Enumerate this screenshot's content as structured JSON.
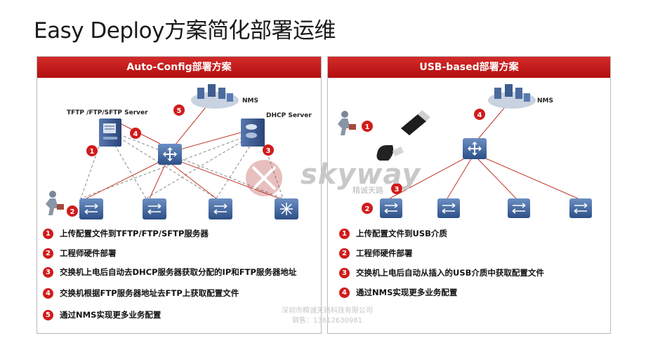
{
  "title": "Easy Deploy方案简化部署运维",
  "left_panel": {
    "header": "Auto-Config部署方案",
    "labels": {
      "nms": "NMS",
      "tftp_server": "TFTP /FTP/SFTP Server",
      "dhcp_server": "DHCP Server"
    },
    "steps": [
      {
        "num": "1",
        "text": "上传配置文件到TFTP/FTP/SFTP服务器"
      },
      {
        "num": "2",
        "text": "工程师硬件部署"
      },
      {
        "num": "3",
        "text": "交换机上电后自动去DHCP服务器获取分配的IP和FTP服务器地址"
      },
      {
        "num": "4",
        "text": "交换机根据FTP服务器地址去FTP上获取配置文件"
      },
      {
        "num": "5",
        "text": "通过NMS实现更多业务配置"
      }
    ]
  },
  "right_panel": {
    "header": "USB-based部署方案",
    "labels": {
      "nms": "NMS"
    },
    "steps": [
      {
        "num": "1",
        "text": "上传配置文件到USB介质"
      },
      {
        "num": "2",
        "text": "工程师硬件部署"
      },
      {
        "num": "3",
        "text": "交换机上电后自动从插入的USB介质中获取配置文件"
      },
      {
        "num": "4",
        "text": "通过NMS实现更多业务配置"
      }
    ]
  },
  "watermark": {
    "brand": "skyway",
    "cn": "精诚天路"
  },
  "footer": {
    "line1": "深圳市精诚天路科技有限公司",
    "line2": "销售：13612630981"
  },
  "colors": {
    "accent": "#c8161d",
    "link_red": "#c0392b",
    "dashed": "#888888"
  }
}
